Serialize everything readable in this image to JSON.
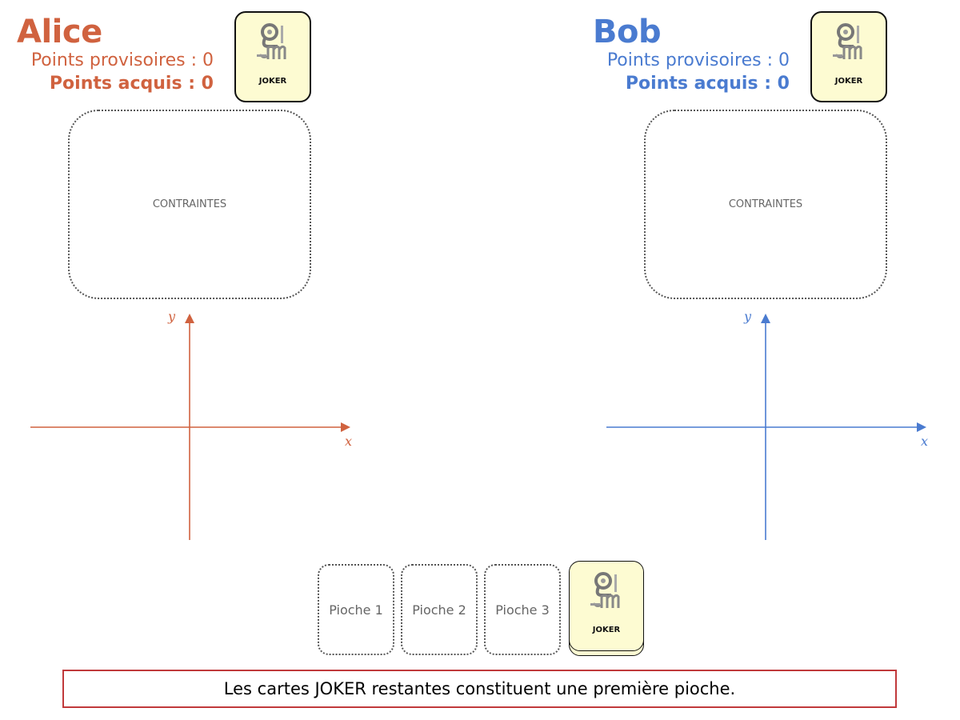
{
  "colors": {
    "alice": "#d0623f",
    "bob": "#4a7bd0",
    "joker_card_bg": "#fdfbd2",
    "banner_border": "#c0393b"
  },
  "players": [
    {
      "name": "Alice",
      "points_provisoires_label": "Points provisoires : 0",
      "points_provisoires": 0,
      "points_acquis_label": "Points acquis : 0",
      "points_acquis": 0,
      "joker_card_label": "JOKER",
      "constraints_label": "CONTRAINTES",
      "axis_x_label": "x",
      "axis_y_label": "y"
    },
    {
      "name": "Bob",
      "points_provisoires_label": "Points provisoires : 0",
      "points_provisoires": 0,
      "points_acquis_label": "Points acquis : 0",
      "points_acquis": 0,
      "joker_card_label": "JOKER",
      "constraints_label": "CONTRAINTES",
      "axis_x_label": "x",
      "axis_y_label": "y"
    }
  ],
  "piles": [
    {
      "label": "Pioche 1"
    },
    {
      "label": "Pioche 2"
    },
    {
      "label": "Pioche 3"
    }
  ],
  "joker_deck": {
    "label": "JOKER"
  },
  "logo_icon": "pm-creation-logo-icon",
  "banner": {
    "text": "Les cartes JOKER restantes constituent une première pioche."
  }
}
